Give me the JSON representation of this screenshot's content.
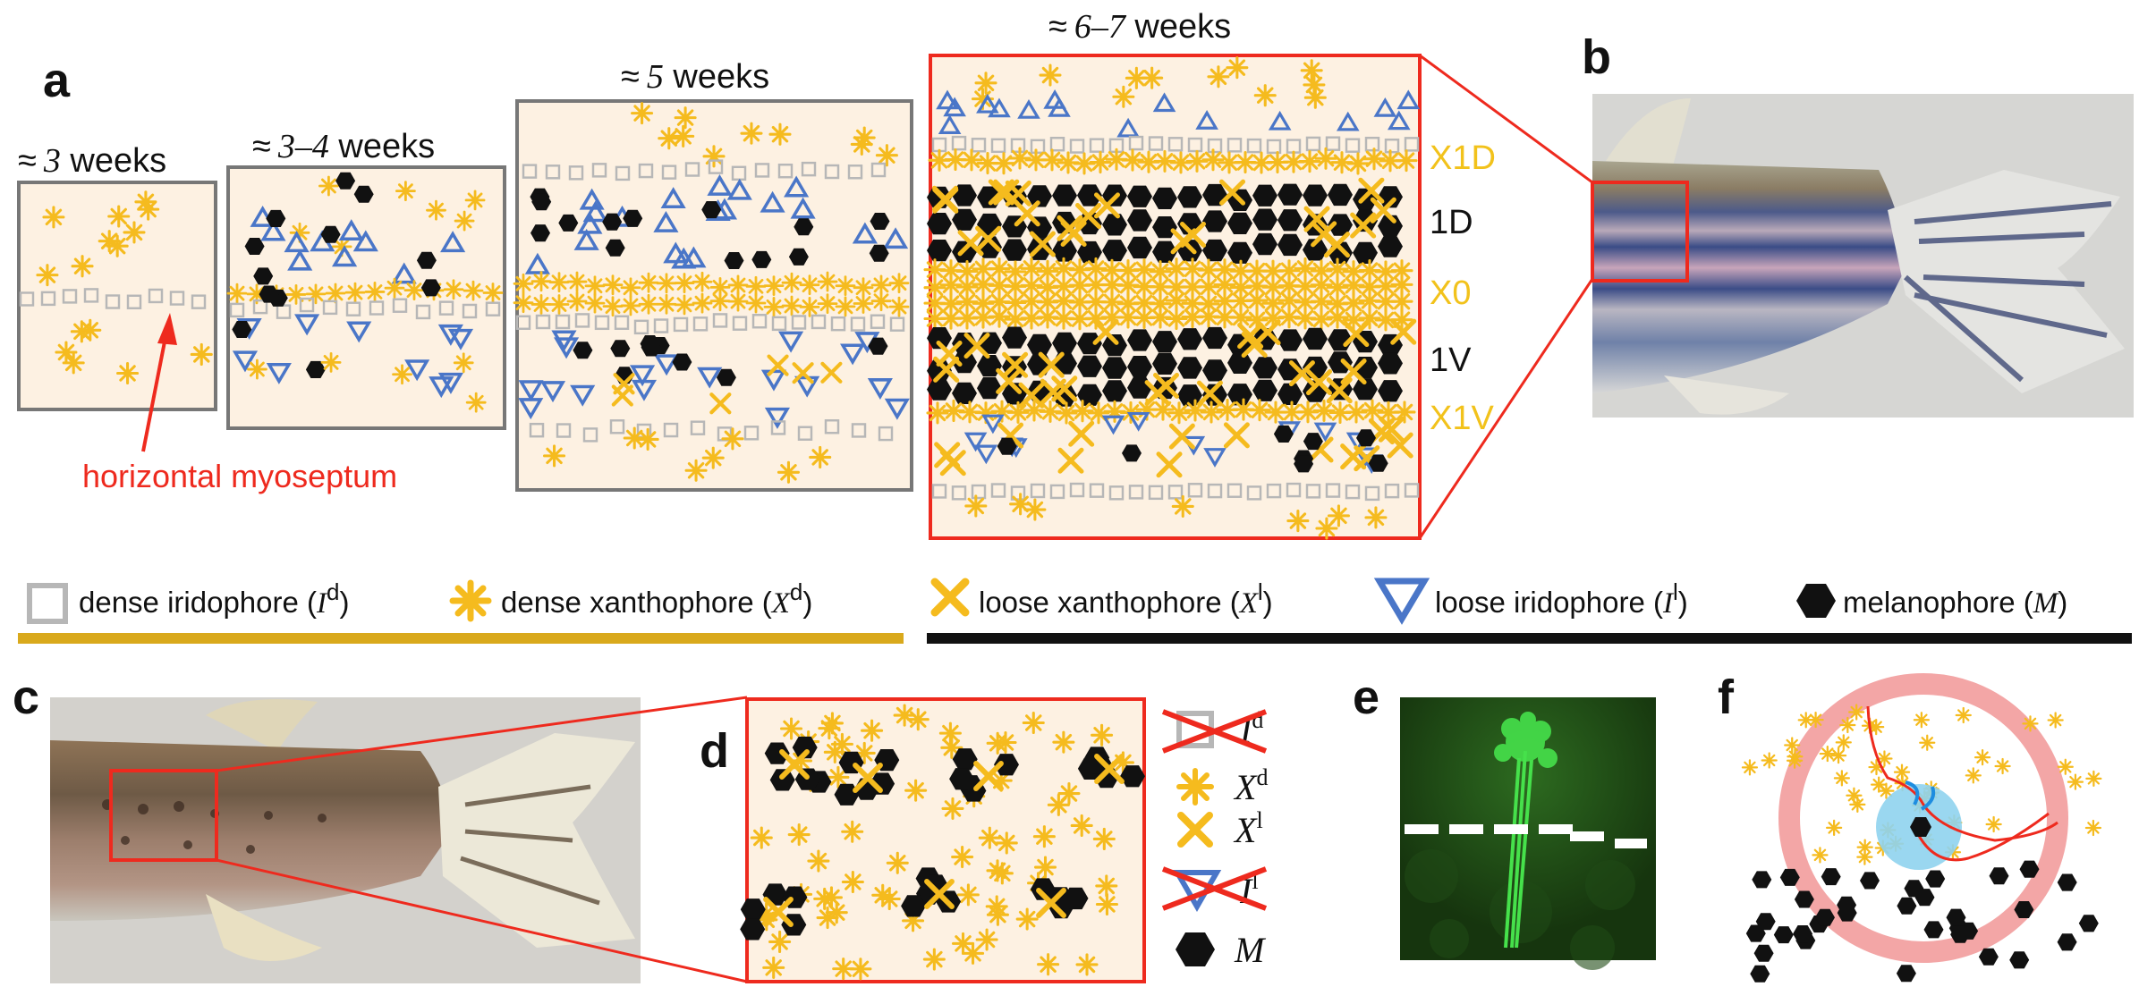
{
  "panels": {
    "a": "a",
    "b": "b",
    "c": "c",
    "d": "d",
    "e": "e",
    "f": "f"
  },
  "stages": [
    {
      "approx": "≈",
      "num": "3",
      "unit": " weeks"
    },
    {
      "approx": "≈",
      "num": "3–4",
      "unit": " weeks"
    },
    {
      "approx": "≈",
      "num": "5",
      "unit": " weeks"
    },
    {
      "approx": "≈",
      "num": "6–7",
      "unit": " weeks"
    }
  ],
  "annotation": {
    "myoseptum": "horizontal myoseptum"
  },
  "stripe_labels": {
    "x1d": "X1D",
    "d1": "1D",
    "x0": "X0",
    "v1": "1V",
    "x1v": "X1V"
  },
  "legend": {
    "dense_iridophore": {
      "text": "dense iridophore (",
      "sym": "I",
      "sup": "d",
      "close": ")"
    },
    "dense_xanthophore": {
      "text": "dense xanthophore (",
      "sym": "X",
      "sup": "d",
      "close": ")"
    },
    "loose_xanthophore": {
      "text": "loose xanthophore (",
      "sym": "X",
      "sup": "l",
      "close": ")"
    },
    "loose_iridophore": {
      "text": "loose iridophore (",
      "sym": "I",
      "sup": "l",
      "close": ")"
    },
    "melanophore": {
      "text": "melanophore (",
      "sym": "M",
      "close": ")"
    }
  },
  "panel_d_legend": {
    "id_sym": "I",
    "id_sup": "d",
    "xd_sym": "X",
    "xd_sup": "d",
    "xl_sym": "X",
    "xl_sup": "l",
    "il_sym": "I",
    "il_sup": "l",
    "m_sym": "M"
  },
  "colors": {
    "yellow": "#f5bb1e",
    "blue": "#4a76c8",
    "gray": "#b7b7b7",
    "black": "#111111",
    "red": "#ee2a1e",
    "panel_bg": "#fdf1e2",
    "gold_bar": "#d9a91c",
    "ring": "#f3a6a6",
    "cell_blue": "#8fd3ee"
  },
  "icons": [
    "square-icon",
    "asterisk-icon",
    "cross-icon",
    "triangle-icon",
    "hexagon-icon"
  ]
}
